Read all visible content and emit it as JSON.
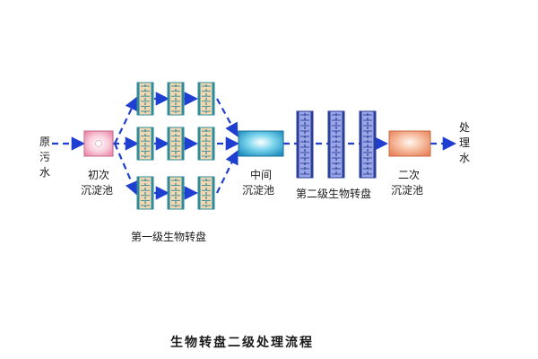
{
  "diagram": {
    "title": "生物转盘二级处理流程",
    "input_label": [
      "原",
      "污",
      "水"
    ],
    "output_label": [
      "处",
      "理",
      "水"
    ],
    "primary_clarifier": [
      "初次",
      "沉淀池"
    ],
    "middle_tank": [
      "中间",
      "沉淀池"
    ],
    "secondary_clarifier": [
      "二次",
      "沉淀池"
    ],
    "stage1_label": "第一级生物转盘",
    "stage2_label": "第二级生物转盘"
  },
  "colors": {
    "flow_arrow": "#1f3fd0",
    "primary_clarifier": "#f7b6c8",
    "middle_tank": "#40b5d8",
    "secondary_clarifier": "#f3a27f",
    "stage1_disc_body": "#f3d7b0",
    "stage1_disc_frame": "#2e8b9c",
    "stage2_disc_body": "#9aa6e6",
    "stage2_disc_frame": "#2b3f99"
  }
}
